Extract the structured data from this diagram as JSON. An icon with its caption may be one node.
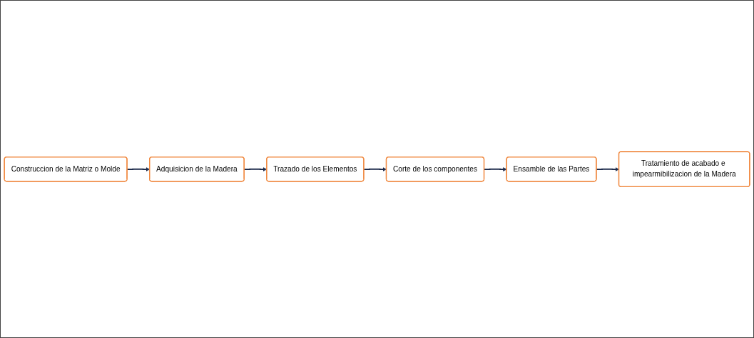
{
  "diagram": {
    "nodes": [
      {
        "text": [
          "Construccion de la Matriz o Molde"
        ]
      },
      {
        "text": [
          "Adquisicion de la Madera"
        ]
      },
      {
        "text": [
          "Trazado de los Elementos"
        ]
      },
      {
        "text": [
          "Corte de los componentes"
        ]
      },
      {
        "text": [
          "Ensamble de las Partes"
        ]
      },
      {
        "text": [
          "Tratamiento de acabado e impearmibilizacion de la Madera"
        ]
      }
    ],
    "edges": [
      {
        "from": 0,
        "to": 1,
        "arrow": "to"
      },
      {
        "from": 1,
        "to": 2,
        "arrow": "to"
      },
      {
        "from": 2,
        "to": 3,
        "arrow": "to"
      },
      {
        "from": 3,
        "to": 4,
        "arrow": "to"
      },
      {
        "from": 4,
        "to": 5,
        "arrow": "to"
      }
    ]
  }
}
